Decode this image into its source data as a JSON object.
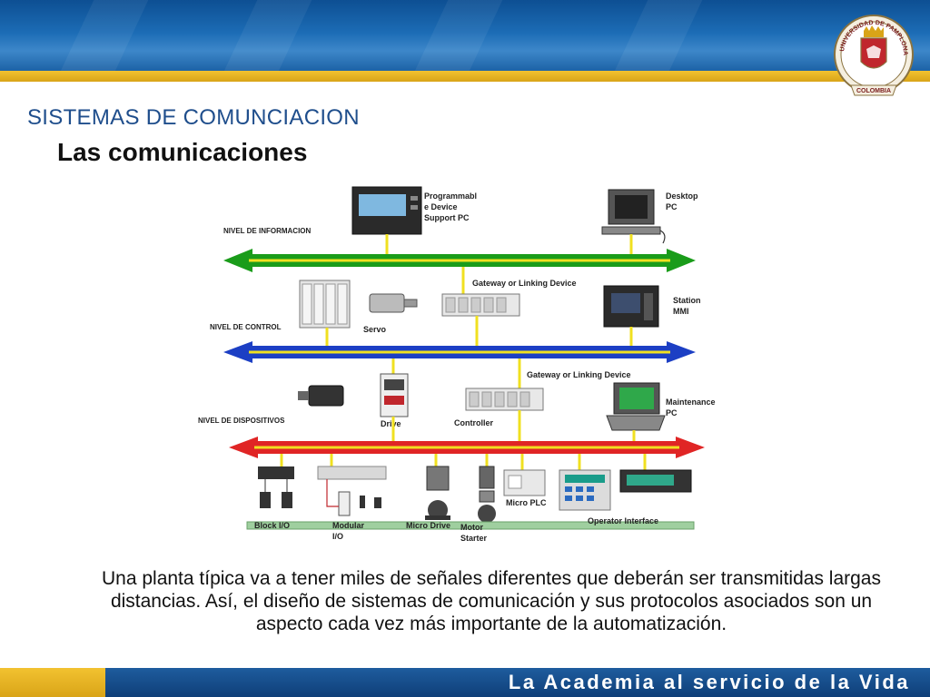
{
  "slide": {
    "title": "SISTEMAS DE COMUNCIACION",
    "subtitle": "Las comunicaciones",
    "paragraph": "Una planta típica va a tener miles de señales diferentes que deberán ser transmitidas largas distancias. Así, el diseño de sistemas de comunicación y sus protocolos asociados son un aspecto cada vez más importante de la automatización.",
    "footer": "La Academia al servicio de la Vida"
  },
  "logo": {
    "ring_text": "UNIVERSIDAD DE PAMPLONA",
    "banner_text": "COLOMBIA"
  },
  "diagram": {
    "levels": {
      "info": "NIVEL DE INFORMACION",
      "control": "NIVEL DE CONTROL",
      "devices": "NIVEL DE DISPOSITIVOS"
    },
    "devices": {
      "programmable_pc": [
        "Programmabl",
        "e Device",
        "Support PC"
      ],
      "desktop_pc": [
        "Desktop",
        "PC"
      ],
      "gateway_1": "Gateway or Linking Device",
      "servo": "Servo",
      "station_mmi": [
        "Station",
        "MMI"
      ],
      "gateway_2": "Gateway or Linking Device",
      "maintenance_pc": [
        "Maintenance",
        "PC"
      ],
      "drive": "Drive",
      "controller": "Controller",
      "block_io": "Block I/O",
      "modular_io": [
        "Modular",
        "I/O"
      ],
      "micro_drive": "Micro Drive",
      "motor_starter": [
        "Motor",
        "Starter"
      ],
      "micro_plc": "Micro PLC",
      "operator_interface": "Operator Interface"
    },
    "colors": {
      "info_bus": "#1a9c1a",
      "control_bus": "#1c3fc4",
      "device_bus": "#e02525",
      "inner_line": "#f0e020",
      "field_bus": "#9fcf9f"
    }
  }
}
